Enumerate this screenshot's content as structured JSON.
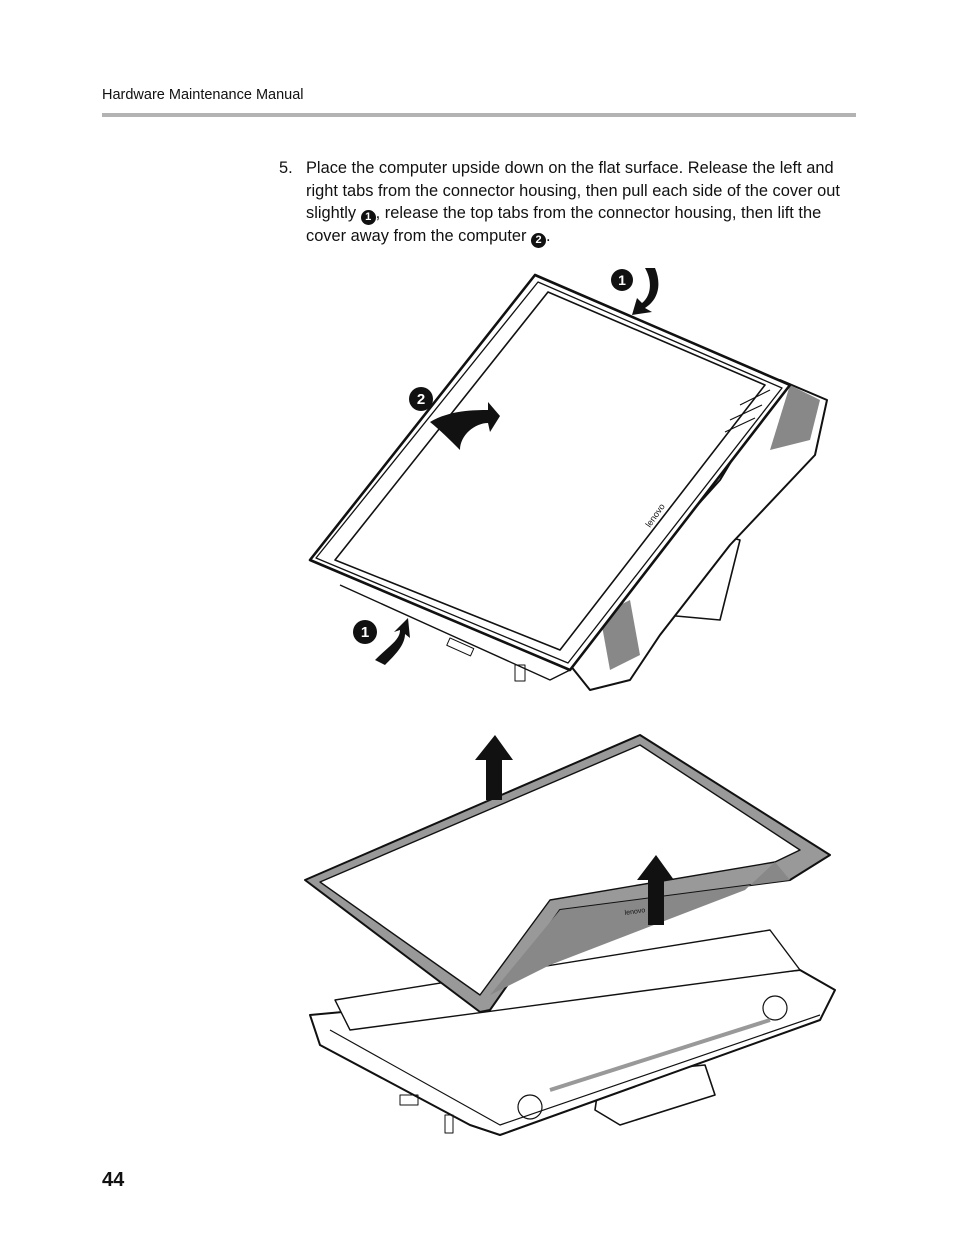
{
  "header": {
    "title": "Hardware Maintenance Manual"
  },
  "step": {
    "number": "5.",
    "text_part1": "Place the computer upside down on the flat surface. Release the left and right tabs from the connector housing, then pull each side of the cover out slightly ",
    "callout_1": "1",
    "text_part2": ", release the top tabs from the connector housing, then lift the cover away from the computer ",
    "callout_2": "2",
    "text_part3": "."
  },
  "figure_top": {
    "callouts": [
      "1",
      "2",
      "1"
    ],
    "brand_label": "lenovo"
  },
  "figure_bottom": {
    "brand_label": "lenovo"
  },
  "page_number": "44"
}
